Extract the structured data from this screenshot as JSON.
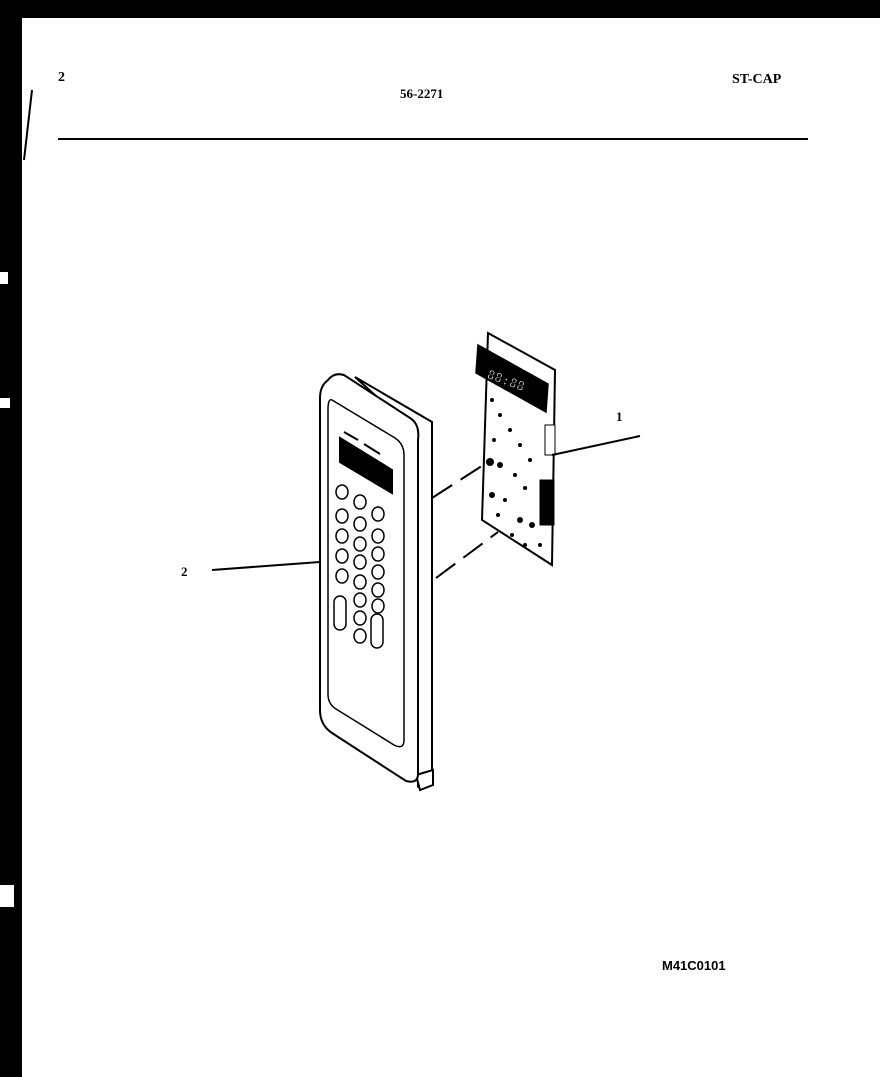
{
  "header": {
    "page_number": "2",
    "document_code": "56-2271",
    "brand_code": "ST-CAP"
  },
  "footer": {
    "drawing_id": "M41C0101"
  },
  "callouts": [
    {
      "number": "1",
      "part": "control-board"
    },
    {
      "number": "2",
      "part": "control-panel"
    }
  ],
  "display": {
    "digits": "88:88"
  },
  "colors": {
    "ink": "#000000",
    "paper": "#ffffff",
    "border": "#000000"
  }
}
